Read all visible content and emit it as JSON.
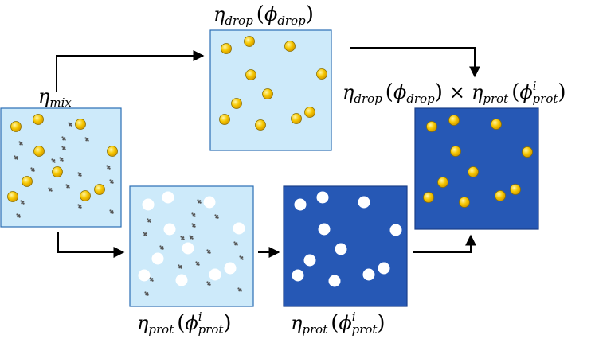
{
  "colors": {
    "light_fill": "#cdeafa",
    "dark_fill": "#2658b5",
    "droplet": "#f6c700",
    "droplet_edge": "#8a7000",
    "void": "#ffffff",
    "protein": "#555555",
    "arrow": "#000000"
  },
  "labels": {
    "mix": {
      "sym": "η",
      "sub": "mix"
    },
    "drop": {
      "sym": "η",
      "sub": "drop",
      "arg_sym": "ϕ",
      "arg_sub": "drop"
    },
    "prot_a": {
      "sym": "η",
      "sub": "prot",
      "arg_sym": "ϕ",
      "arg_sub": "prot",
      "arg_sup": "i"
    },
    "prot_b": {
      "sym": "η",
      "sub": "prot",
      "arg_sym": "ϕ",
      "arg_sub": "prot",
      "arg_sup": "i"
    },
    "product": {
      "sym1": "η",
      "sub1": "drop",
      "arg1_sym": "ϕ",
      "arg1_sub": "drop",
      "times": "×",
      "sym2": "η",
      "sub2": "prot",
      "arg2_sym": "ϕ",
      "arg2_sub": "prot",
      "arg2_sup": "i"
    }
  },
  "panels": [
    {
      "id": "mix",
      "fill": "light",
      "contents": [
        "droplets",
        "proteins"
      ]
    },
    {
      "id": "drop",
      "fill": "light",
      "contents": [
        "droplets"
      ]
    },
    {
      "id": "prot_a",
      "fill": "light",
      "contents": [
        "voids",
        "proteins"
      ]
    },
    {
      "id": "prot_b",
      "fill": "dark",
      "contents": [
        "voids"
      ]
    },
    {
      "id": "product",
      "fill": "dark",
      "contents": [
        "droplets"
      ]
    }
  ]
}
